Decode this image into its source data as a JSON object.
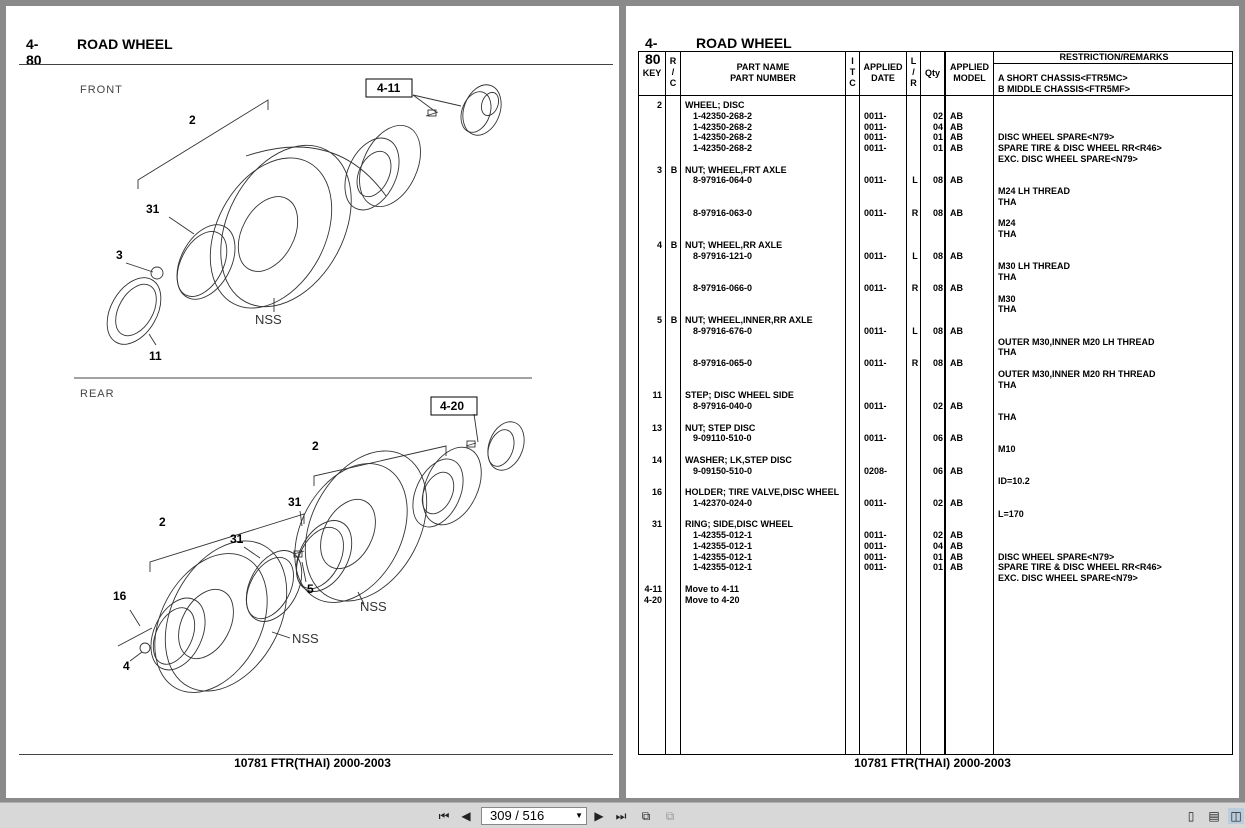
{
  "left_page": {
    "section_number": "4-80",
    "section_title": "ROAD WHEEL",
    "footer": "10781 FTR(THAI) 2000-2003",
    "diagram": {
      "front_label": "FRONT",
      "rear_label": "REAR",
      "callouts_front": [
        "4-11",
        "2",
        "31",
        "3",
        "11",
        "NSS"
      ],
      "callouts_rear": [
        "4-20",
        "2",
        "31",
        "2",
        "31",
        "5",
        "16",
        "4",
        "NSS",
        "NSS"
      ]
    }
  },
  "right_page": {
    "section_number": "4-80",
    "section_title": "ROAD WHEEL",
    "footer": "10781 FTR(THAI) 2000-2003",
    "headers": {
      "key": "KEY",
      "rc": [
        "R",
        "/",
        "C"
      ],
      "part_name": "PART NAME",
      "part_number": "PART NUMBER",
      "itc": [
        "I",
        "T",
        "C"
      ],
      "applied_date": [
        "APPLIED",
        "DATE"
      ],
      "lr": [
        "L",
        "/",
        "R"
      ],
      "qty": "Qty",
      "applied_model": [
        "APPLIED",
        "MODEL"
      ],
      "remarks": "RESTRICTION/REMARKS",
      "remark_a": "A SHORT CHASSIS<FTR5MC>",
      "remark_b": "B MIDDLE CHASSIS<FTR5MF>"
    },
    "rows": [
      {
        "key": "2",
        "rc": "",
        "name": "WHEEL; DISC",
        "num": "",
        "date": "",
        "lr": "",
        "qty": "",
        "model": "",
        "rem": ""
      },
      {
        "key": "",
        "rc": "",
        "name": "",
        "num": "1-42350-268-2",
        "date": "0011-",
        "lr": "",
        "qty": "02",
        "model": "AB",
        "rem": ""
      },
      {
        "key": "",
        "rc": "",
        "name": "",
        "num": "1-42350-268-2",
        "date": "0011-",
        "lr": "",
        "qty": "04",
        "model": "AB",
        "rem": ""
      },
      {
        "key": "",
        "rc": "",
        "name": "",
        "num": "1-42350-268-2",
        "date": "0011-",
        "lr": "",
        "qty": "01",
        "model": "AB",
        "rem": "DISC WHEEL SPARE<N79>"
      },
      {
        "key": "",
        "rc": "",
        "name": "",
        "num": "1-42350-268-2",
        "date": "0011-",
        "lr": "",
        "qty": "01",
        "model": "AB",
        "rem": "SPARE TIRE & DISC WHEEL RR<R46>"
      },
      {
        "key": "",
        "rc": "",
        "name": "",
        "num": "",
        "date": "",
        "lr": "",
        "qty": "",
        "model": "",
        "rem": "EXC. DISC WHEEL SPARE<N79>"
      },
      {
        "key": "3",
        "rc": "B",
        "name": "NUT; WHEEL,FRT AXLE",
        "num": "",
        "date": "",
        "lr": "",
        "qty": "",
        "model": "",
        "rem": ""
      },
      {
        "key": "",
        "rc": "",
        "name": "",
        "num": "8-97916-064-0",
        "date": "0011-",
        "lr": "L",
        "qty": "08",
        "model": "AB",
        "rem": ""
      },
      {
        "key": "",
        "rc": "",
        "name": "",
        "num": "",
        "date": "",
        "lr": "",
        "qty": "",
        "model": "",
        "rem": "M24 LH THREAD"
      },
      {
        "key": "",
        "rc": "",
        "name": "",
        "num": "",
        "date": "",
        "lr": "",
        "qty": "",
        "model": "",
        "rem": "THA"
      },
      {
        "key": "",
        "rc": "",
        "name": "",
        "num": "8-97916-063-0",
        "date": "0011-",
        "lr": "R",
        "qty": "08",
        "model": "AB",
        "rem": ""
      },
      {
        "key": "",
        "rc": "",
        "name": "",
        "num": "",
        "date": "",
        "lr": "",
        "qty": "",
        "model": "",
        "rem": "M24"
      },
      {
        "key": "",
        "rc": "",
        "name": "",
        "num": "",
        "date": "",
        "lr": "",
        "qty": "",
        "model": "",
        "rem": "THA"
      },
      {
        "key": "4",
        "rc": "B",
        "name": "NUT; WHEEL,RR AXLE",
        "num": "",
        "date": "",
        "lr": "",
        "qty": "",
        "model": "",
        "rem": ""
      },
      {
        "key": "",
        "rc": "",
        "name": "",
        "num": "8-97916-121-0",
        "date": "0011-",
        "lr": "L",
        "qty": "08",
        "model": "AB",
        "rem": ""
      },
      {
        "key": "",
        "rc": "",
        "name": "",
        "num": "",
        "date": "",
        "lr": "",
        "qty": "",
        "model": "",
        "rem": "M30 LH THREAD"
      },
      {
        "key": "",
        "rc": "",
        "name": "",
        "num": "",
        "date": "",
        "lr": "",
        "qty": "",
        "model": "",
        "rem": "THA"
      },
      {
        "key": "",
        "rc": "",
        "name": "",
        "num": "8-97916-066-0",
        "date": "0011-",
        "lr": "R",
        "qty": "08",
        "model": "AB",
        "rem": ""
      },
      {
        "key": "",
        "rc": "",
        "name": "",
        "num": "",
        "date": "",
        "lr": "",
        "qty": "",
        "model": "",
        "rem": "M30"
      },
      {
        "key": "",
        "rc": "",
        "name": "",
        "num": "",
        "date": "",
        "lr": "",
        "qty": "",
        "model": "",
        "rem": "THA"
      },
      {
        "key": "5",
        "rc": "B",
        "name": "NUT; WHEEL,INNER,RR AXLE",
        "num": "",
        "date": "",
        "lr": "",
        "qty": "",
        "model": "",
        "rem": ""
      },
      {
        "key": "",
        "rc": "",
        "name": "",
        "num": "8-97916-676-0",
        "date": "0011-",
        "lr": "L",
        "qty": "08",
        "model": "AB",
        "rem": ""
      },
      {
        "key": "",
        "rc": "",
        "name": "",
        "num": "",
        "date": "",
        "lr": "",
        "qty": "",
        "model": "",
        "rem": "OUTER M30,INNER M20 LH THREAD"
      },
      {
        "key": "",
        "rc": "",
        "name": "",
        "num": "",
        "date": "",
        "lr": "",
        "qty": "",
        "model": "",
        "rem": "THA"
      },
      {
        "key": "",
        "rc": "",
        "name": "",
        "num": "8-97916-065-0",
        "date": "0011-",
        "lr": "R",
        "qty": "08",
        "model": "AB",
        "rem": ""
      },
      {
        "key": "",
        "rc": "",
        "name": "",
        "num": "",
        "date": "",
        "lr": "",
        "qty": "",
        "model": "",
        "rem": "OUTER M30,INNER M20 RH THREAD"
      },
      {
        "key": "",
        "rc": "",
        "name": "",
        "num": "",
        "date": "",
        "lr": "",
        "qty": "",
        "model": "",
        "rem": "THA"
      },
      {
        "key": "11",
        "rc": "",
        "name": "STEP; DISC WHEEL SIDE",
        "num": "",
        "date": "",
        "lr": "",
        "qty": "",
        "model": "",
        "rem": ""
      },
      {
        "key": "",
        "rc": "",
        "name": "",
        "num": "8-97916-040-0",
        "date": "0011-",
        "lr": "",
        "qty": "02",
        "model": "AB",
        "rem": ""
      },
      {
        "key": "",
        "rc": "",
        "name": "",
        "num": "",
        "date": "",
        "lr": "",
        "qty": "",
        "model": "",
        "rem": "THA"
      },
      {
        "key": "13",
        "rc": "",
        "name": "NUT; STEP DISC",
        "num": "",
        "date": "",
        "lr": "",
        "qty": "",
        "model": "",
        "rem": ""
      },
      {
        "key": "",
        "rc": "",
        "name": "",
        "num": "9-09110-510-0",
        "date": "0011-",
        "lr": "",
        "qty": "06",
        "model": "AB",
        "rem": ""
      },
      {
        "key": "",
        "rc": "",
        "name": "",
        "num": "",
        "date": "",
        "lr": "",
        "qty": "",
        "model": "",
        "rem": "M10"
      },
      {
        "key": "14",
        "rc": "",
        "name": "WASHER; LK,STEP DISC",
        "num": "",
        "date": "",
        "lr": "",
        "qty": "",
        "model": "",
        "rem": ""
      },
      {
        "key": "",
        "rc": "",
        "name": "",
        "num": "9-09150-510-0",
        "date": "0208-",
        "lr": "",
        "qty": "06",
        "model": "AB",
        "rem": ""
      },
      {
        "key": "",
        "rc": "",
        "name": "",
        "num": "",
        "date": "",
        "lr": "",
        "qty": "",
        "model": "",
        "rem": "ID=10.2"
      },
      {
        "key": "16",
        "rc": "",
        "name": "HOLDER; TIRE VALVE,DISC WHEEL",
        "num": "",
        "date": "",
        "lr": "",
        "qty": "",
        "model": "",
        "rem": ""
      },
      {
        "key": "",
        "rc": "",
        "name": "",
        "num": "1-42370-024-0",
        "date": "0011-",
        "lr": "",
        "qty": "02",
        "model": "AB",
        "rem": ""
      },
      {
        "key": "",
        "rc": "",
        "name": "",
        "num": "",
        "date": "",
        "lr": "",
        "qty": "",
        "model": "",
        "rem": "L=170"
      },
      {
        "key": "31",
        "rc": "",
        "name": "RING; SIDE,DISC WHEEL",
        "num": "",
        "date": "",
        "lr": "",
        "qty": "",
        "model": "",
        "rem": ""
      },
      {
        "key": "",
        "rc": "",
        "name": "",
        "num": "1-42355-012-1",
        "date": "0011-",
        "lr": "",
        "qty": "02",
        "model": "AB",
        "rem": ""
      },
      {
        "key": "",
        "rc": "",
        "name": "",
        "num": "1-42355-012-1",
        "date": "0011-",
        "lr": "",
        "qty": "04",
        "model": "AB",
        "rem": ""
      },
      {
        "key": "",
        "rc": "",
        "name": "",
        "num": "1-42355-012-1",
        "date": "0011-",
        "lr": "",
        "qty": "01",
        "model": "AB",
        "rem": "DISC WHEEL SPARE<N79>"
      },
      {
        "key": "",
        "rc": "",
        "name": "",
        "num": "1-42355-012-1",
        "date": "0011-",
        "lr": "",
        "qty": "01",
        "model": "AB",
        "rem": "SPARE TIRE & DISC WHEEL RR<R46>"
      },
      {
        "key": "",
        "rc": "",
        "name": "",
        "num": "",
        "date": "",
        "lr": "",
        "qty": "",
        "model": "",
        "rem": "EXC. DISC WHEEL SPARE<N79>"
      },
      {
        "key": "4-11",
        "rc": "",
        "name": "Move to 4-11",
        "num": "",
        "date": "",
        "lr": "",
        "qty": "",
        "model": "",
        "rem": ""
      },
      {
        "key": "4-20",
        "rc": "",
        "name": "Move to 4-20",
        "num": "",
        "date": "",
        "lr": "",
        "qty": "",
        "model": "",
        "rem": ""
      }
    ]
  },
  "toolbar": {
    "page_indicator": "309 / 516",
    "icons": [
      "first-page-icon",
      "prev-page-icon",
      "next-page-icon",
      "last-page-icon",
      "fit-page-icon",
      "fit-width-icon",
      "single-page-icon",
      "continuous-page-icon",
      "two-page-icon"
    ]
  }
}
